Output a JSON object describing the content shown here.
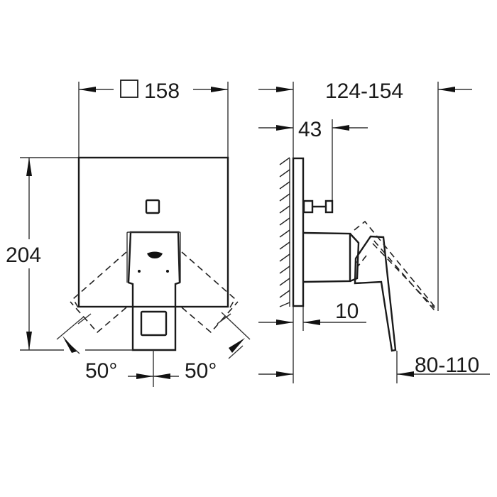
{
  "drawing": {
    "type": "technical-dimension-drawing",
    "subject": "concealed mixer trim plate with single lever handle",
    "front_view": {
      "width_label": "158",
      "width_symbol": "square-symbol",
      "height_label": "204",
      "angle_left_label": "50°",
      "angle_right_label": "50°"
    },
    "side_view": {
      "projection_range_label": "124-154",
      "plate_to_knob_label": "43",
      "plate_thickness_label": "10",
      "handle_projection_label": "80-110"
    },
    "colors": {
      "line": "#1a1a1a",
      "background": "#ffffff"
    }
  }
}
